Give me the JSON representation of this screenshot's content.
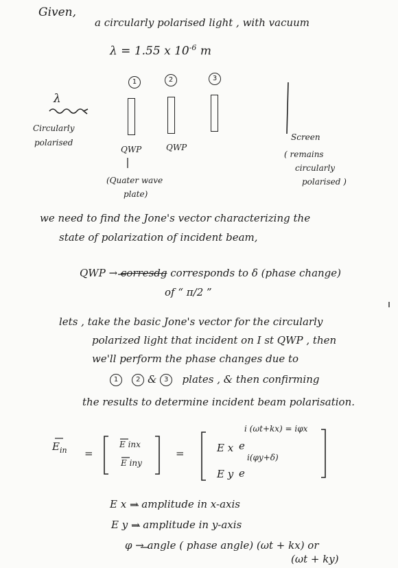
{
  "intro": {
    "given": "Given,",
    "line1": "a circularly polarised light , with vacuum",
    "lambda_eq": "λ = 1.55 x 10",
    "lambda_exp": "-6",
    "lambda_unit": "m"
  },
  "diagram": {
    "lambda_symbol": "λ",
    "incoming_label_1": "Circularly",
    "incoming_label_2": "polarised",
    "plate_numbers": [
      "1",
      "2",
      "3"
    ],
    "qwp_label_1": "QWP",
    "qwp_label_2": "QWP",
    "qwp_arrow_label_1": "(Quater wave",
    "qwp_arrow_label_2": "plate)",
    "screen_label": "Screen",
    "screen_note_1": "( remains",
    "screen_note_2": "circularly",
    "screen_note_3": "polarised )"
  },
  "task": {
    "line1": "we need to find the Jone's vector characterizing the",
    "line2": "state of polarization of incident beam,"
  },
  "qwp_note": {
    "prefix": "QWP →",
    "struck": "corresdg",
    "rest": "corresponds to δ (phase change)",
    "line2": "of  “ π/2 ”"
  },
  "plan": {
    "line1": "lets , take the basic Jone's vector for the circularly",
    "line2": "polarized light that incident on I st QWP , then",
    "line3": "we'll perform the phase changes due to",
    "line4_mid": "&",
    "line4_rest": "plates , & then confirming",
    "line5": "the results to determine incident beam polarisation."
  },
  "equation": {
    "lhs": "E",
    "lhs_sub": "in",
    "eq": "=",
    "vec_top": "E inx",
    "vec_bot": "E iny",
    "eq2": "=",
    "row1_amp": "E x",
    "row1_e": "e",
    "row1_exp": "i (ωt+kx) = iφx",
    "row2_amp": "E y",
    "row2_e": "e",
    "row2_exp": "i(φy+δ)"
  },
  "definitions": [
    "E x → amplitude in x-axis",
    "E y → amplitude in y-axis",
    "φ → angle ( phase angle) (ωt + kx) or"
  ],
  "definitions_tail": "(ωt + ky)"
}
